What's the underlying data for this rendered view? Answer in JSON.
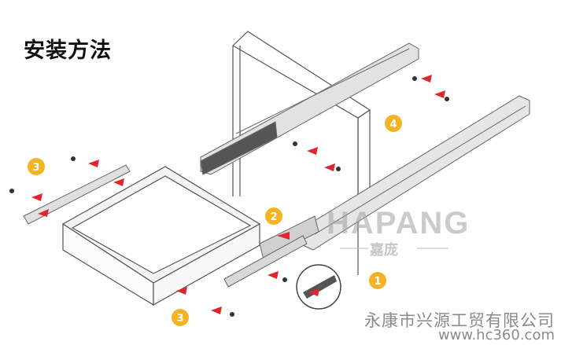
{
  "title": "安装方法",
  "steps": [
    "1",
    "2",
    "3",
    "3",
    "4"
  ],
  "watermark": {
    "brand": "HAPANG",
    "sub": "嘉庞"
  },
  "footer": {
    "company": "永康市兴源工贸有限公司",
    "website": "www.hc360.com"
  },
  "colors": {
    "badge": "#f4b323",
    "arrow": "#e0262b",
    "line": "#555555",
    "rail": "#d9d9d9"
  }
}
